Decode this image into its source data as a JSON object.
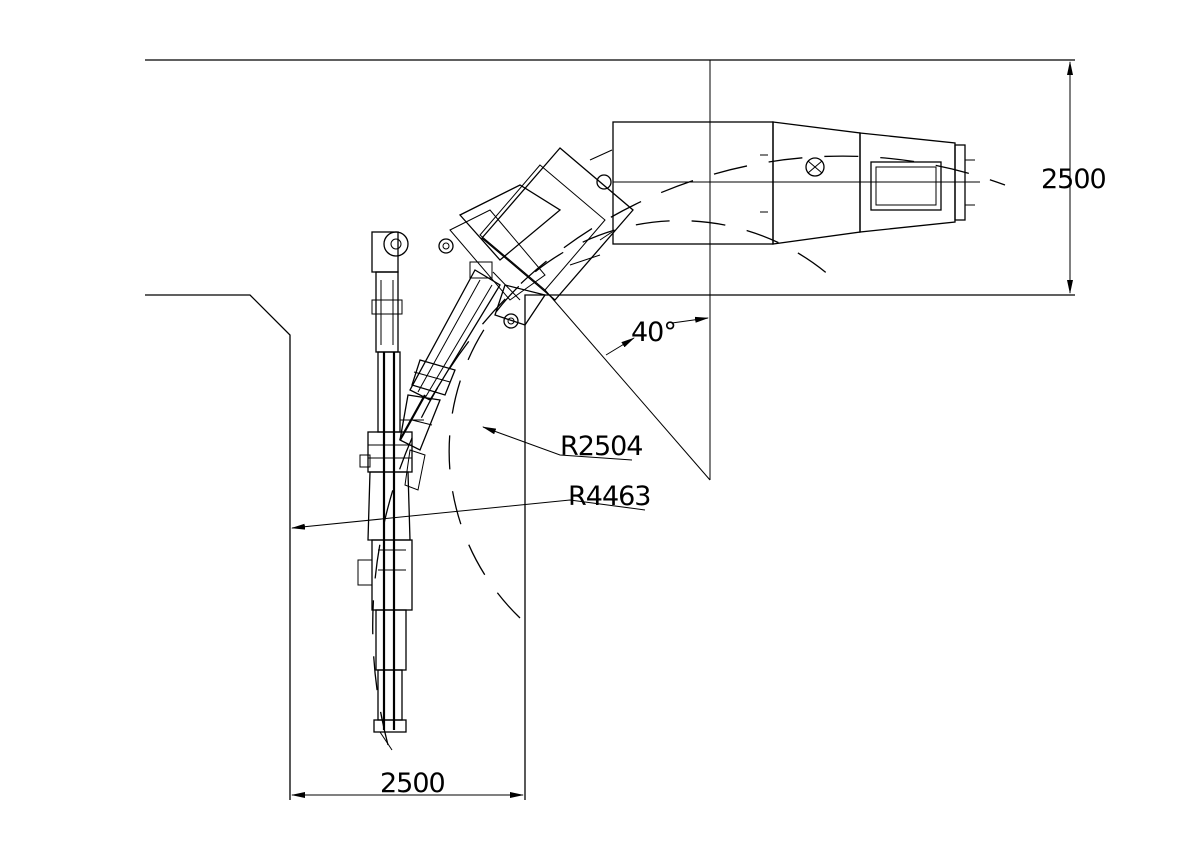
{
  "dimensions": {
    "top_width": "2500",
    "bottom_width": "2500",
    "angle": "40°",
    "inner_radius": "R2504",
    "outer_radius": "R4463"
  },
  "colors": {
    "line": "#000000",
    "background": "#ffffff"
  }
}
